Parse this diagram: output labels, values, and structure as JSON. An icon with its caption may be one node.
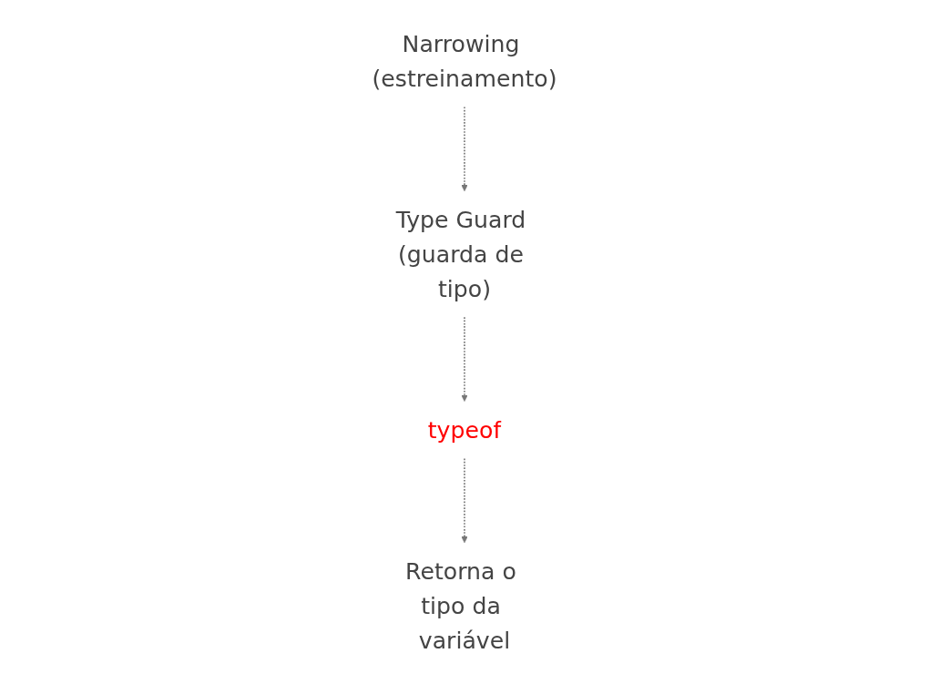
{
  "diagram": {
    "nodes": [
      {
        "text": [
          "Narrowing (estreinamento)"
        ]
      },
      {
        "text": [
          "Type Guard (guarda de tipo)"
        ]
      },
      {
        "text": [
          "typeof"
        ]
      },
      {
        "text": [
          "Retorna o tipo da variável"
        ]
      }
    ],
    "edges": [
      {
        "from": 0,
        "to": 1,
        "arrow": "to",
        "style": "dashed"
      },
      {
        "from": 1,
        "to": 2,
        "arrow": "to",
        "style": "dashed"
      },
      {
        "from": 2,
        "to": 3,
        "arrow": "to",
        "style": "dashed"
      }
    ]
  }
}
